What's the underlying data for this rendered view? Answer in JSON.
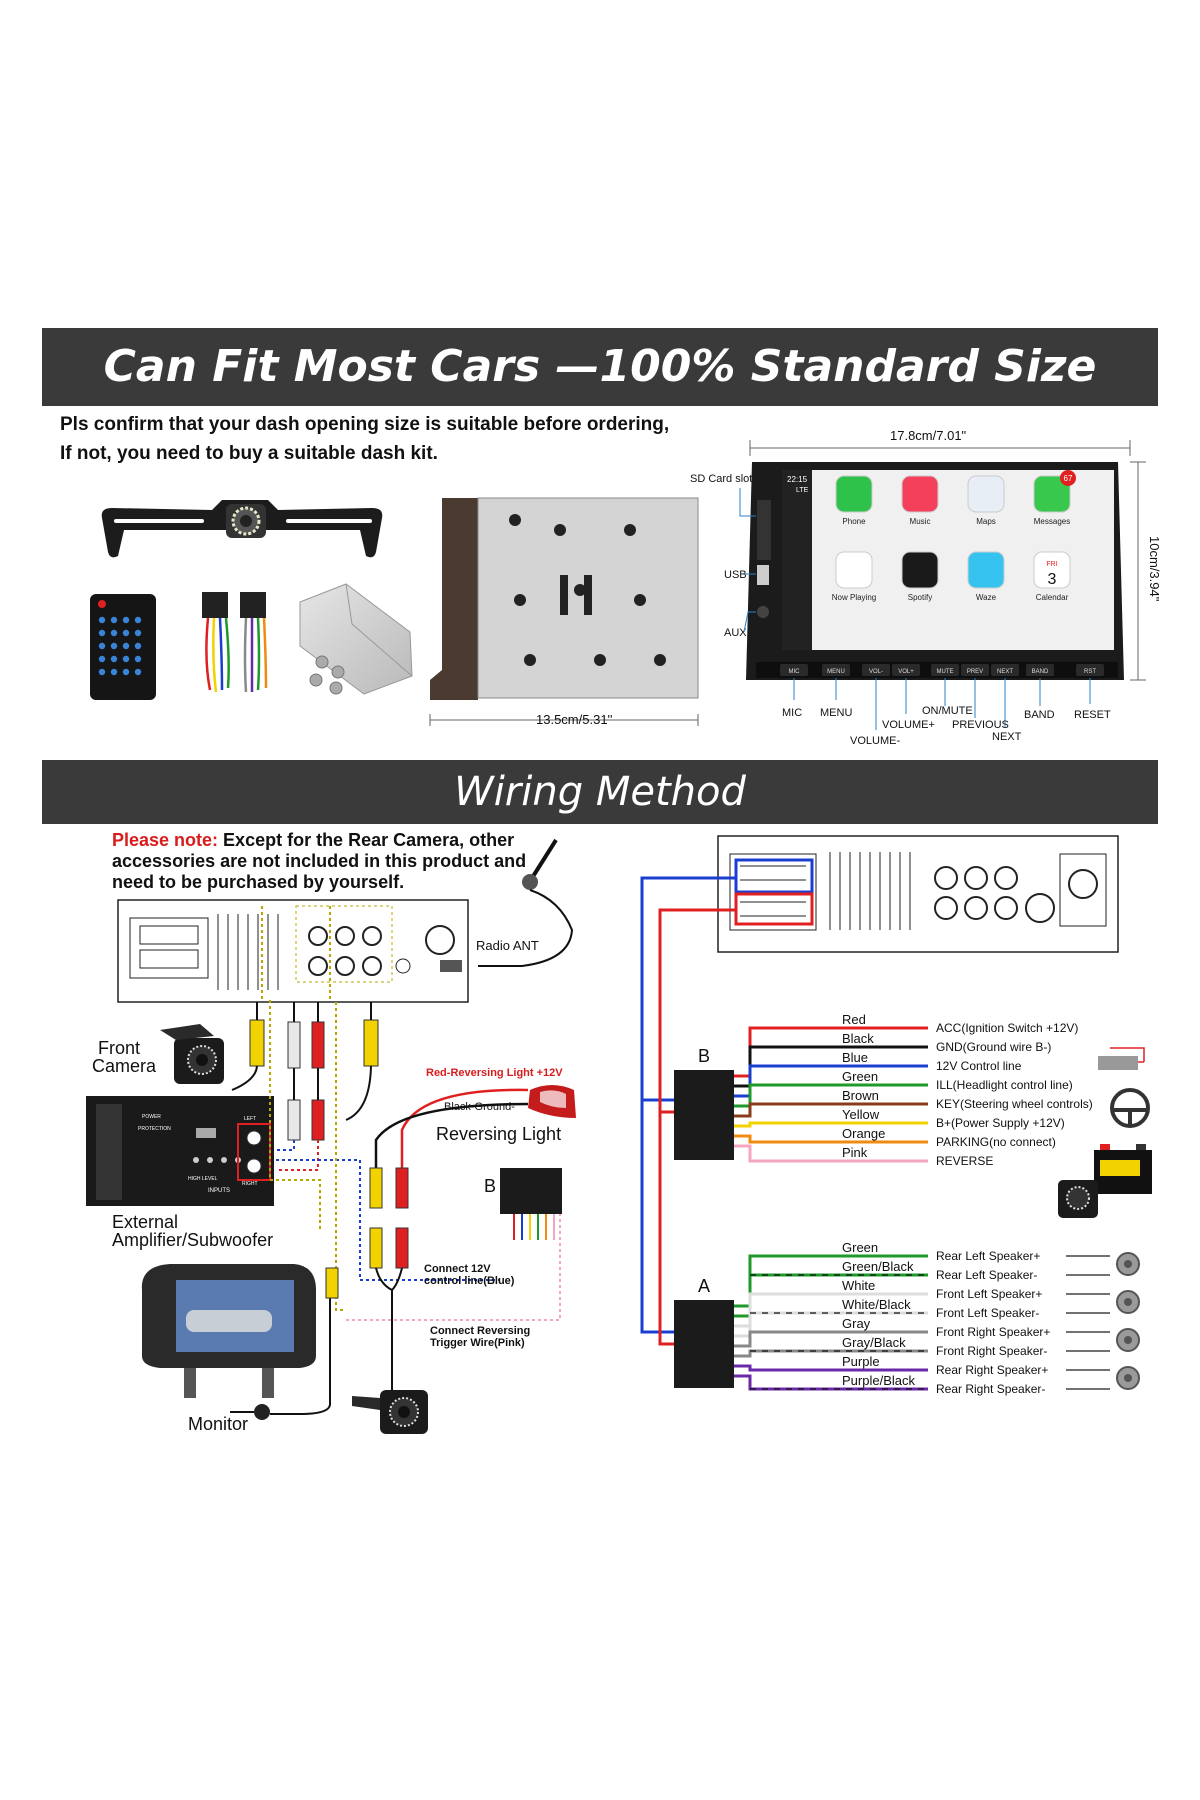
{
  "banner_top": "Can Fit Most Cars —100% Standard Size",
  "notice": {
    "line1": "Pls confirm that your dash opening size is suitable before ordering,",
    "line2": "If not, you need to buy a suitable dash kit."
  },
  "dimensions": {
    "width": "17.8cm/7.01\"",
    "height": "10cm/3.94\"",
    "depth": "13.5cm/5.31''"
  },
  "radio_front": {
    "sd_card_slot": "SD Card slot",
    "usb": "USB",
    "aux": "AUX",
    "status_time": "22:15",
    "status_net": "LTE",
    "apps": [
      {
        "label": "Phone",
        "color": "#2fc24a"
      },
      {
        "label": "Music",
        "color": "#f5405c"
      },
      {
        "label": "Maps",
        "color": "#e8eef5"
      },
      {
        "label": "Messages",
        "color": "#37c84d"
      },
      {
        "label": "Now Playing",
        "color": "#ffffff"
      },
      {
        "label": "Spotify",
        "color": "#1a1a1a"
      },
      {
        "label": "Waze",
        "color": "#37c3f0"
      },
      {
        "label": "Calendar",
        "color": "#ffffff"
      }
    ],
    "messages_badge": "67",
    "calendar_day": "FRI",
    "calendar_date": "3",
    "buttons": [
      "MIC",
      "MENU",
      "VOL-",
      "VOL+",
      "MUTE",
      "PREV",
      "NEXT",
      "BAND",
      "RST"
    ],
    "callouts": {
      "mic": "MIC",
      "menu": "MENU",
      "volume_minus": "VOLUME-",
      "volume_plus": "VOLUME+",
      "on_mute": "ON/MUTE",
      "previous": "PREVIOUS",
      "next": "NEXT",
      "band": "BAND",
      "reset": "RESET"
    }
  },
  "banner_bottom": "Wiring Method",
  "wiring_note": {
    "prefix": "Please note:",
    "text": " Except for the Rear Camera, other accessories are not included in this product and need to be purchased by yourself."
  },
  "left_diagram": {
    "radio_ant": "Radio ANT",
    "front_camera_1": "Front",
    "front_camera_2": "Camera",
    "amp_1": "External",
    "amp_2": "Amplifier/Subwoofer",
    "amp_labels": [
      "POWER",
      "PROTECTION",
      "HIGH LEVEL",
      "INPUTS",
      "LEFT",
      "RIGHT"
    ],
    "red_reversing": "Red-Reversing Light +12V",
    "black_ground": "Black-Ground-",
    "reversing_light": "Reversing Light",
    "connector_b": "B",
    "connect_12v_1": "Connect 12V",
    "connect_12v_2": "control line(Blue)",
    "connect_rev_1": "Connect Reversing",
    "connect_rev_2": "Trigger Wire(Pink)",
    "monitor": "Monitor"
  },
  "harness_b": {
    "label": "B",
    "wires": [
      {
        "color_name": "Red",
        "hex": "#e02020",
        "function": "ACC(Ignition Switch +12V)"
      },
      {
        "color_name": "Black",
        "hex": "#111111",
        "function": "GND(Ground wire B-)"
      },
      {
        "color_name": "Blue",
        "hex": "#1a3fd0",
        "function": "12V Control line"
      },
      {
        "color_name": "Green",
        "hex": "#1e9a2a",
        "function": "ILL(Headlight control line)"
      },
      {
        "color_name": "Brown",
        "hex": "#8a3b1a",
        "function": "KEY(Steering wheel controls)"
      },
      {
        "color_name": "Yellow",
        "hex": "#f2d200",
        "function": "B+(Power Supply +12V)"
      },
      {
        "color_name": "Orange",
        "hex": "#f08a10",
        "function": "PARKING(no connect)"
      },
      {
        "color_name": "Pink",
        "hex": "#f4a6c0",
        "function": "REVERSE"
      }
    ]
  },
  "harness_a": {
    "label": "A",
    "wires": [
      {
        "color_name": "Green",
        "hex": "#1e9a2a",
        "function": "Rear Left Speaker+"
      },
      {
        "color_name": "Green/Black",
        "hex": "#1e9a2a",
        "function": "Rear Left Speaker-"
      },
      {
        "color_name": "White",
        "hex": "#dddddd",
        "function": "Front Left Speaker+"
      },
      {
        "color_name": "White/Black",
        "hex": "#dddddd",
        "function": "Front Left Speaker-"
      },
      {
        "color_name": "Gray",
        "hex": "#888888",
        "function": "Front Right Speaker+"
      },
      {
        "color_name": "Gray/Black",
        "hex": "#888888",
        "function": "Front Right Speaker-"
      },
      {
        "color_name": "Purple",
        "hex": "#6a2aa8",
        "function": "Rear Right Speaker+"
      },
      {
        "color_name": "Purple/Black",
        "hex": "#6a2aa8",
        "function": "Rear Right Speaker-"
      }
    ]
  }
}
